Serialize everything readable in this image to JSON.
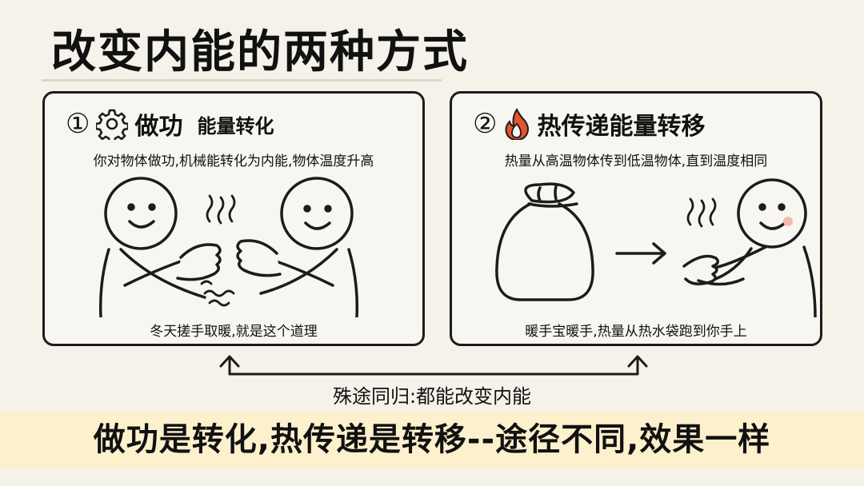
{
  "title": "改变内能的两种方式",
  "panels": {
    "work": {
      "number": "①",
      "icon": "gear-icon",
      "title": "做功",
      "subtitle": "能量转化",
      "description": "你对物体做功,机械能转化为内能,物体温度升高",
      "caption": "冬天搓手取暖,就是这个道理"
    },
    "heat": {
      "number": "②",
      "icon": "flame-icon",
      "title": "热传递能量转移",
      "description": "热量从高温物体传到低温物体,直到温度相同",
      "caption": "暖手宝暖手,热量从热水袋跑到你手上"
    }
  },
  "connector_label": "殊途同归:都能改变内能",
  "summary": "做功是转化,热传递是转移--途径不同,效果一样",
  "colors": {
    "background": "#f5f2ea",
    "banner": "#fdf1cd",
    "flame": "#e8542a",
    "blush": "#f6b9ad"
  }
}
